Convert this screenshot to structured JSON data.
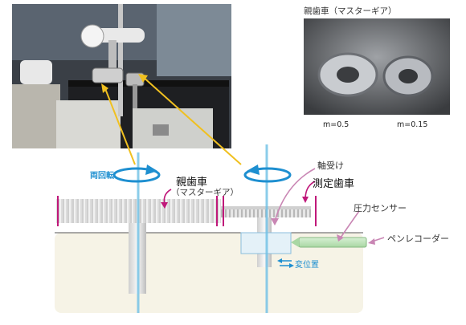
{
  "photos": {
    "apparatus": {
      "icon": "gear-testing-apparatus-photo"
    },
    "master_gears": {
      "title": "親歯車（マスターギア）",
      "captions": [
        "m=0.5",
        "m=0.15"
      ]
    }
  },
  "labels": {
    "rotation": "両回転",
    "master_gear": "親歯車",
    "master_gear_sub": "（マスターギア）",
    "bearing": "軸受け",
    "measured_gear": "測定歯車",
    "pressure_sensor": "圧力センサー",
    "pen_recorder": "ペンレコーダー",
    "displacement": "変位置"
  },
  "colors": {
    "accent_blue": "#1e8fd0",
    "arrow_yellow": "#f0c020",
    "arrow_magenta": "#c0187a",
    "base": "#f6f3e6"
  }
}
